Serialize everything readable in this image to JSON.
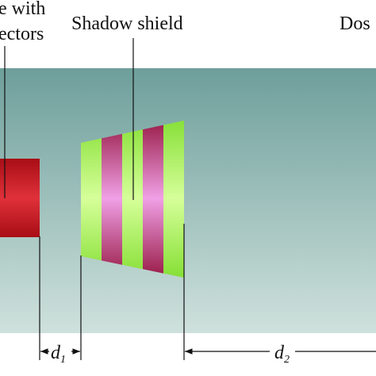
{
  "diagram": {
    "labels": {
      "source_line1": "e with",
      "source_line2": "ectors",
      "shadow_shield": "Shadow shield",
      "dose": "Dos"
    },
    "dimensions": {
      "d1": {
        "symbol": "d",
        "subscript": "1"
      },
      "d2": {
        "symbol": "d",
        "subscript": "2"
      }
    },
    "colors": {
      "background_top": "#6e9f9b",
      "background_bottom": "#cfe1dc",
      "source_dark": "#a80d15",
      "source_light": "#e0313a",
      "shield_green": "#7edc2c",
      "shield_green_light": "#d6ff9a",
      "shield_maroon": "#8f0d35",
      "shield_pink": "#f0a0e6",
      "line": "#111111"
    }
  }
}
